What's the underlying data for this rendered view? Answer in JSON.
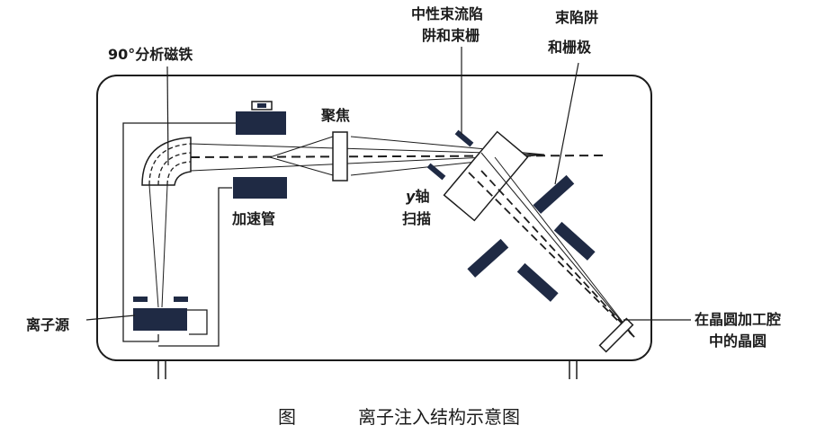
{
  "labels": {
    "magnet": "90°分析磁铁",
    "neutral_trap_line1": "中性束流陷",
    "neutral_trap_line2": "阱和束栅",
    "beam_trap_line1": "束陷阱",
    "beam_trap_line2": "和栅极",
    "focus": "聚焦",
    "y_scan_italic": "y",
    "y_scan_line1_rest": "轴",
    "y_scan_line2": "扫描",
    "accel": "加速管",
    "ion_source": "离子源",
    "wafer_line1": "在晶圆加工腔",
    "wafer_line2": "中的晶圆"
  },
  "caption": {
    "prefix": "图",
    "title": "离子注入结构示意图"
  },
  "colors": {
    "component": "#1f2a44",
    "line": "#1c1c1c"
  }
}
